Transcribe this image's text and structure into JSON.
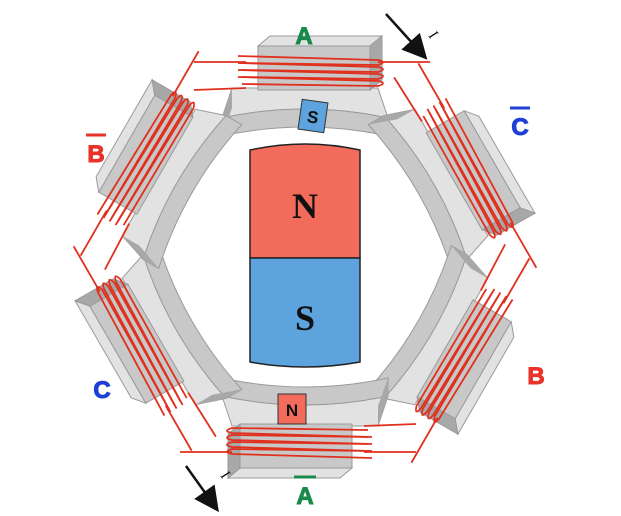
{
  "colors": {
    "phase_a": "#1a8a4a",
    "phase_b": "#e8322a",
    "phase_c": "#1f3fd6",
    "north": "#f26b5b",
    "south": "#5da3dd",
    "pole_face": "#c8c8c8",
    "pole_top": "#e2e2e2",
    "pole_side": "#a8a8a8",
    "winding": "#e0301e",
    "arrow": "#111111"
  },
  "poles": [
    {
      "id": "A",
      "label": "A",
      "overline": false,
      "phase": "a"
    },
    {
      "id": "C-bar",
      "label": "C",
      "overline": true,
      "phase": "c"
    },
    {
      "id": "B",
      "label": "B",
      "overline": false,
      "phase": "b"
    },
    {
      "id": "A-bar",
      "label": "A",
      "overline": true,
      "phase": "a"
    },
    {
      "id": "C",
      "label": "C",
      "overline": false,
      "phase": "c"
    },
    {
      "id": "B-bar",
      "label": "B",
      "overline": true,
      "phase": "b"
    }
  ],
  "rotor": {
    "north_label": "N",
    "south_label": "S"
  },
  "stator_poles": {
    "top_label": "S",
    "bottom_label": "N"
  },
  "current": {
    "top_label": "I",
    "bottom_label": "I"
  }
}
